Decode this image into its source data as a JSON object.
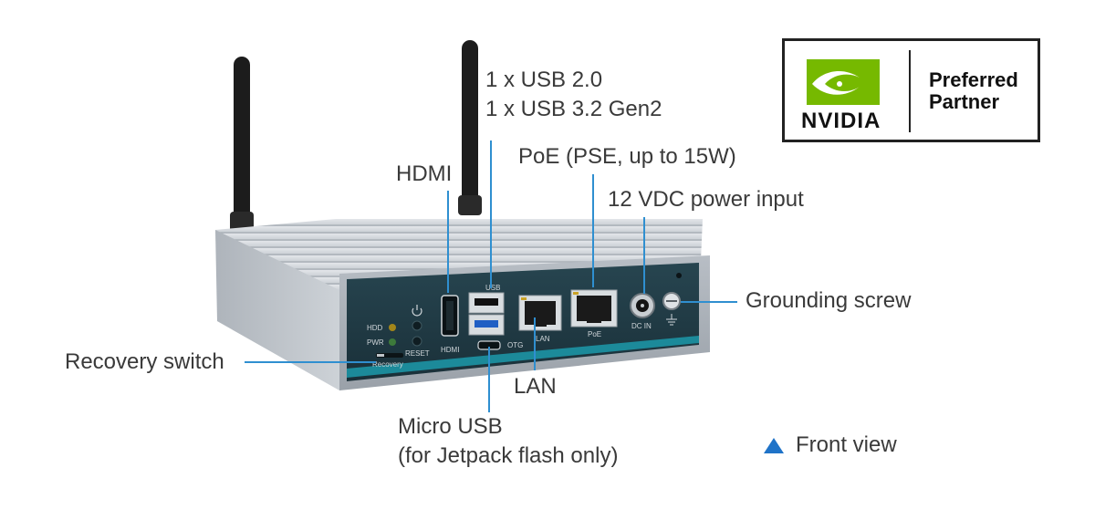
{
  "callouts": {
    "usb_line1": "1 x USB 2.0",
    "usb_line2": "1 x USB 3.2 Gen2",
    "hdmi": "HDMI",
    "poe": "PoE (PSE, up to 15W)",
    "power": "12 VDC power input",
    "grounding": "Grounding screw",
    "recovery": "Recovery switch",
    "lan": "LAN",
    "micro_usb_line1": "Micro USB",
    "micro_usb_line2": "(for Jetpack flash only)"
  },
  "caption": {
    "label": "Front view"
  },
  "logo": {
    "brand": "NVIDIA",
    "line1": "Preferred",
    "line2": "Partner"
  },
  "panel_labels": {
    "hdd": "HDD",
    "pwr": "PWR",
    "reset": "RESET",
    "recovery": "Recovery",
    "hdmi": "HDMI",
    "usb": "USB",
    "otg": "OTG",
    "lan": "LAN",
    "poe": "PoE",
    "dcin": "DC IN"
  },
  "colors": {
    "accent": "#2f8fd0",
    "nvidia_green": "#76b900",
    "panel": "#1f3a44",
    "chassis": "#b9bfc6"
  },
  "icons": {
    "caption_marker": "triangle-up-icon",
    "power_symbol": "power-icon",
    "ground_symbol": "ground-icon"
  }
}
